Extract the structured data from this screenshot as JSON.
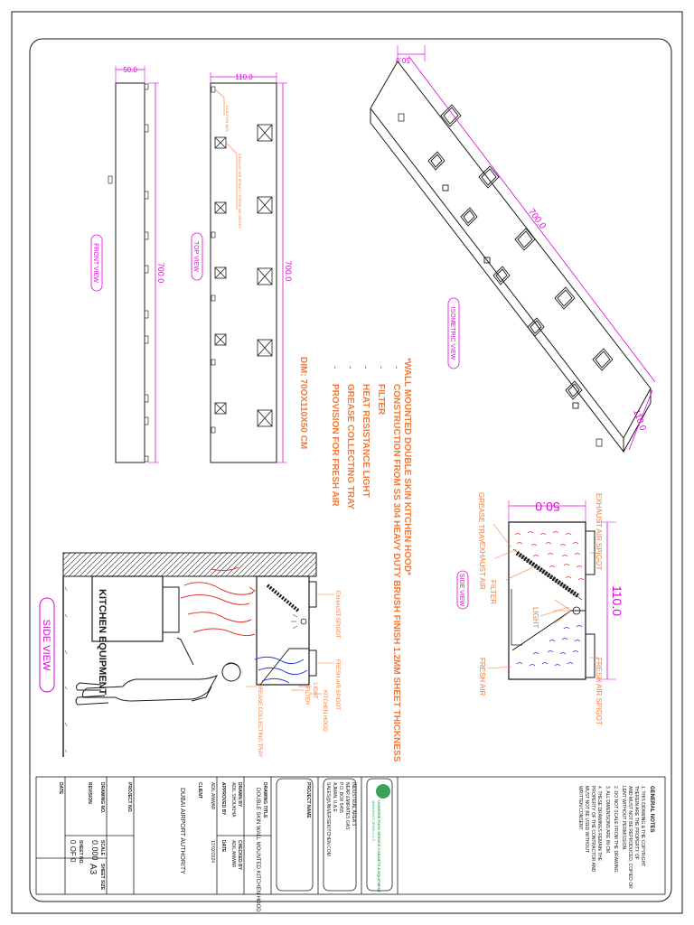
{
  "colors": {
    "dimension": "#e100e1",
    "note": "#f07a3a",
    "line": "#1a1a1a",
    "exhaust": "#e23a2c",
    "fresh": "#2a3ae0"
  },
  "views": {
    "front": "FRONT VIEW",
    "top": "TOP VIEW",
    "isometric": "ISOMETRIC VIEW",
    "side": "SIDE VIEW",
    "side_large": "SIDE VIEW"
  },
  "dims": {
    "front_depth": "50.0",
    "front_length": "700.0",
    "top_width": "110.0",
    "top_length": "700.0",
    "iso_depth": "50.0",
    "iso_length": "700.0",
    "iso_width": "110.0",
    "side_height": "50.0",
    "side_width": "110.0"
  },
  "top_labels": {
    "junction_box": "JUNCTION BOX",
    "spigot": "EXHAUST AIR SPIGOT / FRESH AIR SPIGOT"
  },
  "spec": {
    "title": "*WALL MOUNTED DOUBLE SKIN KITCHEN HOOD*",
    "items": [
      "CONSTRUCTION FROM SS 304 HEAVY DUTY BRUSH FINISH 1.2MM SHEET THICKNESS",
      "FILTER",
      "HEAT RESISTANCE LIGHT",
      "GREASE COLLECTING TRAY",
      "PROVISION FOR FRESH AIR"
    ],
    "dim": "DIM: 70OX110X50 CM"
  },
  "side_section": {
    "grease_tray": "GREASE TRAY",
    "exhaust_air": "EXHAUST AIR",
    "filter": "FILTER",
    "light": "LIGHT",
    "exhaust_spigot": "EXHAUST AIR SPIGOT",
    "fresh_spigot": "FRESH AIR SPIGOT",
    "fresh_air": "FRESH AIR"
  },
  "scene": {
    "equipment": "KITCHEN EQUIPMENT",
    "exhaust_spigot": "EXHAUST SPIGOT",
    "fresh_spigot": "FRESH AIR SPIGOT",
    "kitchen_hood": "KITCHEN HOOD",
    "light": "LIGHT",
    "filter": "FILTER",
    "grease_tray": "GREASE COLLECTING TRAY"
  },
  "title_block": {
    "general_notes_heading": "GENERAL NOTES",
    "notes": [
      "1. THIS DRAWING & THE COPYRIGHT",
      "THEREIN ARE THE PROPERTY OF",
      "AND MUST NOT BE REPRODUCED, COPIED OR",
      "LENT WITHOUT PERMISSION.",
      "2. DO NOT SCALE FROM THE DRAWING.",
      "3. ALL DIMENSIONS ARE IN CM.",
      "4. THESE DRAWINGS REMAIN THE",
      "PROPERTY OF THE CONTRACTOR AND",
      "MUST NOT BE USED WITHOUT",
      "WRITTEN CONSENT."
    ],
    "company_name": "UNIVERSE FOOD SERVICE CABINETS & EQUIPMENT",
    "company_sub": "MANUFACTURING L.L.C",
    "address": [
      "INDUSTRIAL AREA 3",
      "NEAR EMIRATES GAS",
      "P.O. BOX 5455",
      "AJMAN, U.A.E",
      "SALES@UNIVERSEKITCHEN.COM"
    ],
    "project_name_label": "PROJECT NAME",
    "drawing_title_label": "DRAWING TITLE",
    "drawing_title": "DOUBLE SKIN WALL MOUNTED KITCHEN HOOD",
    "drawn_by_label": "DRAWN BY",
    "drawn_by": "ADIL SHOUKHIA",
    "checked_by_label": "CHECKED BY",
    "checked_by": "ADIL ANWAR",
    "approved_by_label": "APPROVED BY",
    "approved_by": "ADIL ANWAR",
    "date_label": "DATE",
    "date": "17/02/2024",
    "client_label": "CLIENT",
    "client": "DUBAI AIRPORT AUTHORITY",
    "project_no_label": "PROJECT NO.",
    "drawing_no_label": "DRAWING NO.",
    "revision_label": "REVISION",
    "date2_label": "DATE",
    "scale_label": "SCALE",
    "scale": "0.000",
    "sheet_size_label": "SHEET SIZE",
    "sheet_size": "A3",
    "sheet_no_label": "SHEET NO.",
    "sheet_no": "0 OF 0"
  }
}
